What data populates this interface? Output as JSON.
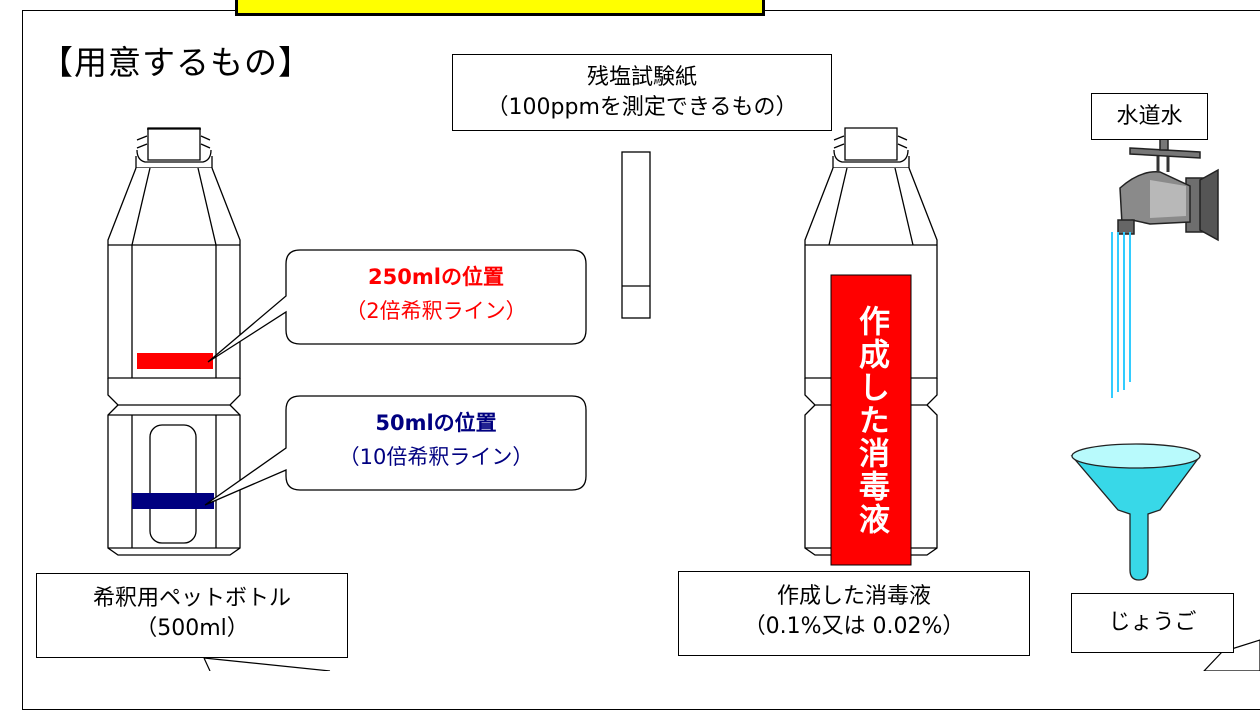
{
  "heading": "【用意するもの】",
  "items": {
    "test_paper": {
      "line1": "残塩試験紙",
      "line2": "（100ppmを測定できるもの）"
    },
    "tap_water": {
      "label": "水道水"
    },
    "dilution_bottle": {
      "line1": "希釈用ペットボトル",
      "line2": "（500ml）"
    },
    "prepared_solution": {
      "line1": "作成した消毒液",
      "line2": "（0.1%又は 0.02%）"
    },
    "funnel": {
      "label": "じょうご"
    }
  },
  "callouts": {
    "line_250": {
      "title": "250mlの位置",
      "sub": "（2倍希釈ライン）",
      "color": "#ff0000"
    },
    "line_50": {
      "title": "50mlの位置",
      "sub": "（10倍希釈ライン）",
      "color": "#000080"
    }
  },
  "solution_label": "作成した消毒液",
  "colors": {
    "red_mark": "#ff0000",
    "blue_mark": "#000080",
    "yellow": "#ffff00",
    "cyan": "#00ccff"
  }
}
